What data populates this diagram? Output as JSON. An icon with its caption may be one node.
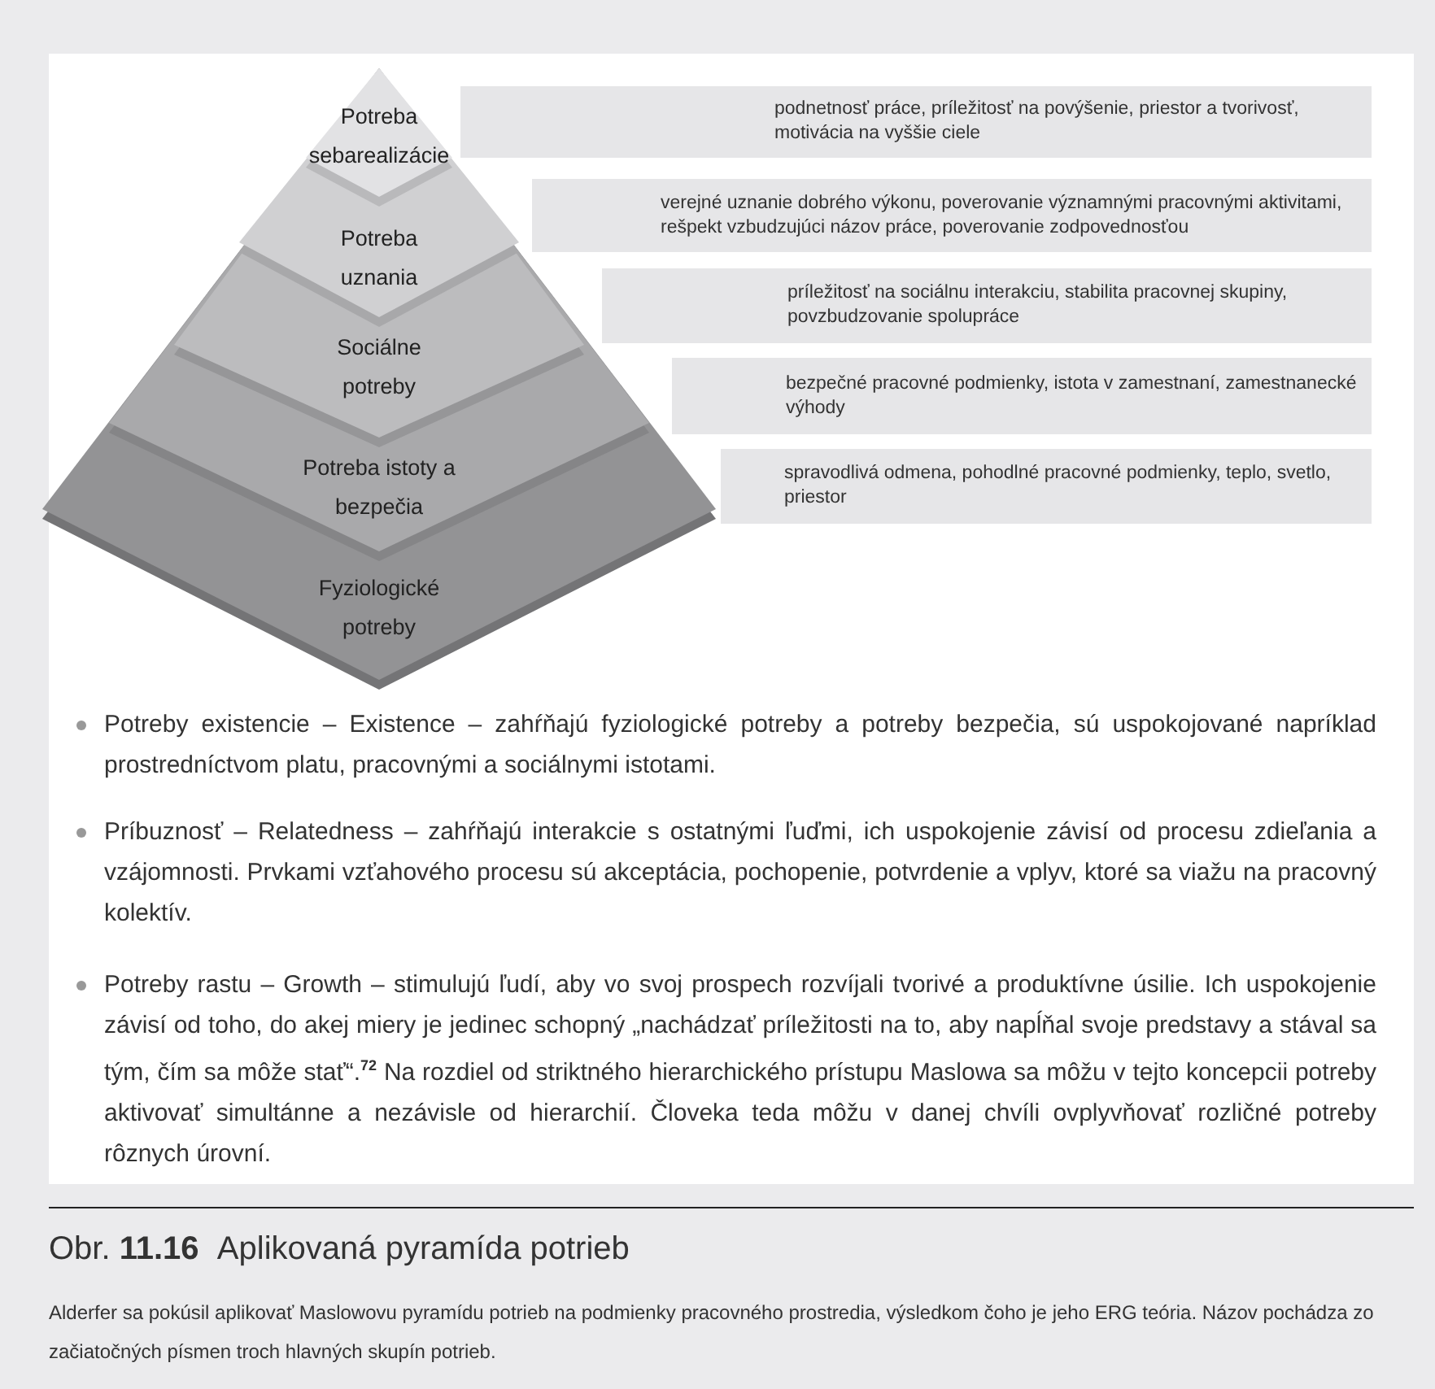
{
  "diagram": {
    "caption": "Obr. **11.16**  Aplikovaná pyramída potrieb",
    "nodes": [
      {
        "text": [
          "Potreba sebarealizácie"
        ]
      },
      {
        "text": [
          "podnetnosť práce, príležitosť na povýšenie, priestor a tvorivosť, motivácia na vyššie ciele"
        ]
      },
      {
        "text": [
          "Potreba uznania"
        ]
      },
      {
        "text": [
          "verejné uznanie dobrého výkonu, poverovanie významnými pracovnými aktivitami, rešpekt vzbudzujúci názov práce, poverovanie zodpovednosťou"
        ]
      },
      {
        "text": [
          "Sociálne potreby"
        ]
      },
      {
        "text": [
          "príležitosť na sociálnu interakciu, stabilita pracovnej skupiny, povzbudzovanie spolupráce"
        ]
      },
      {
        "text": [
          "Potreba istoty a bezpečia"
        ]
      },
      {
        "text": [
          "bezpečné pracovné podmienky, istota v zamestnaní, zamestnanecké výhody"
        ]
      },
      {
        "text": [
          "Fyziologické potreby"
        ]
      },
      {
        "text": [
          "spravodlivá odmena, pohodlné pracovné podmienky, teplo, svetlo, priestor"
        ]
      }
    ],
    "labels": [
      "Potreby existencie – Existence – zahŕňajú fyziologické potreby a potreby bezpečia, sú uspokojované napríklad prostredníctvom platu, pracovnými a sociálnymi istotami.",
      "Príbuznosť – Relatedness – zahŕňajú interakcie s ostatnými ľuďmi, ich uspokojenie závisí od procesu zdieľania a vzájomnosti. Prvkami vzťahového procesu sú akceptácia, pochopenie, potvrdenie a vplyv, ktoré sa viažu na pracovný kolektív.",
      "Potreby rastu – Growth – stimulujú ľudí, aby vo svoj prospech rozvíjali tvorivé a produktívne úsilie. Ich uspokojenie závisí od toho, do akej miery je jedinec schopný „nachádzať príležitosti na to, aby napĺňal svoje predstavy a stával sa tým, čím sa môže stať“.$^{72}$ Na rozdiel od striktného hierarchického prístupu Maslowa sa môžu v tejto koncepcii potreby aktivovať simultánne a nezávisle od hierarchií. Človeka teda môžu v danej chvíli ovplyvňovať rozličné potreby rôznych úrovní.",
      "Alderfer sa pokúsil aplikovať Maslowovu pyramídu potrieb na podmienky pracovného prostredia, výsledkom čoho je jeho ERG teória. Názov pochádza zo začiatočných písmen troch hlavných skupín potrieb."
    ]
  }
}
